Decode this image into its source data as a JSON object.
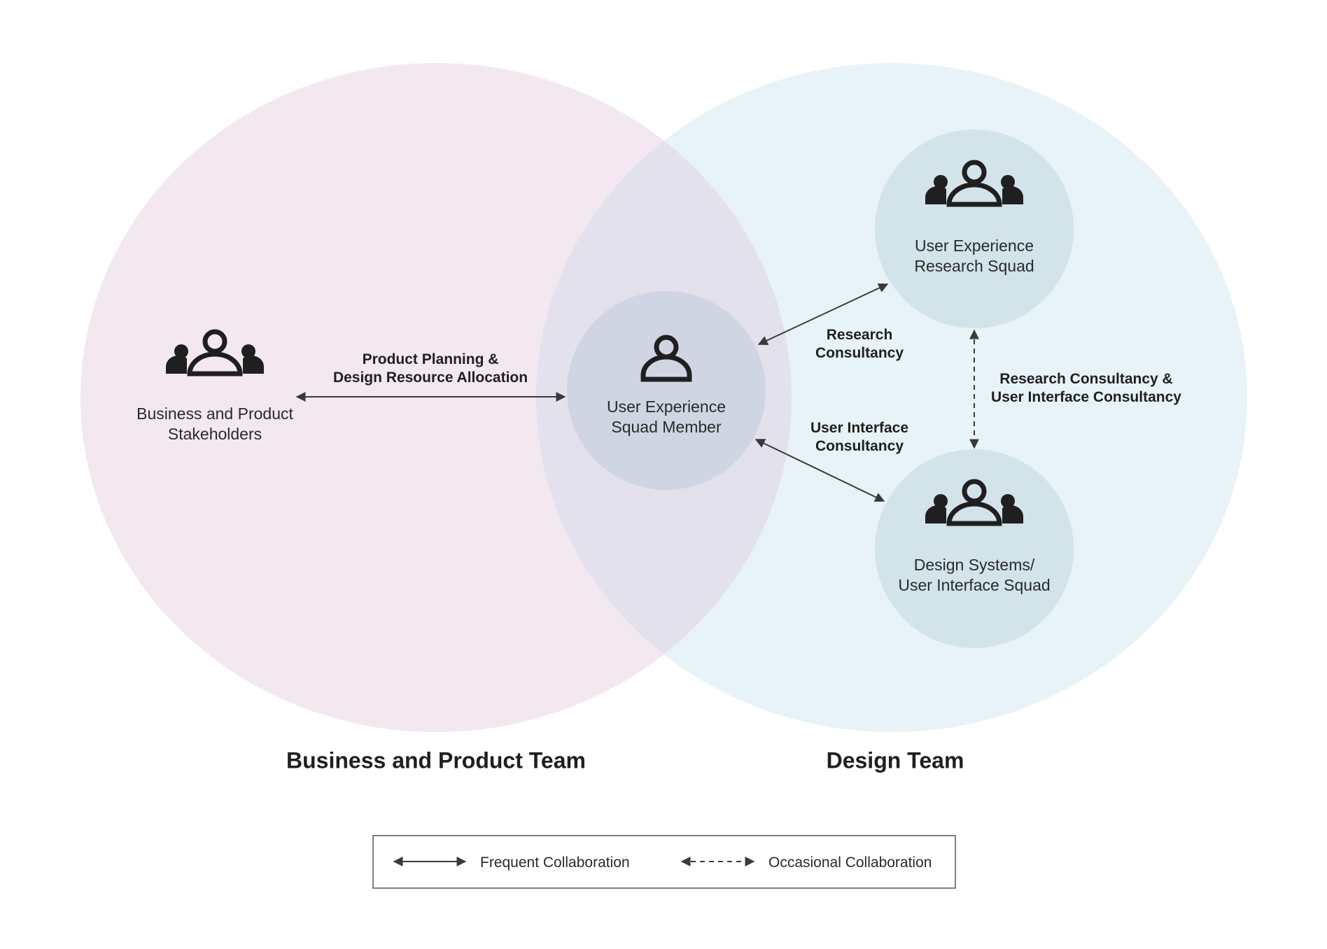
{
  "teams": {
    "business": {
      "label": "Business and Product Team"
    },
    "design": {
      "label": "Design Team"
    }
  },
  "nodes": {
    "stakeholders": {
      "label": "Business and Product\nStakeholders",
      "icon": "group-icon"
    },
    "ux_member": {
      "label": "User Experience\nSquad Member",
      "icon": "person-icon"
    },
    "research_squad": {
      "label": "User Experience\nResearch Squad",
      "icon": "group-icon"
    },
    "ui_squad": {
      "label": "Design Systems/\nUser Interface Squad",
      "icon": "group-icon"
    }
  },
  "edges": {
    "planning": {
      "label": "Product Planning &\nDesign Resource Allocation",
      "style": "solid"
    },
    "research": {
      "label": "Research\nConsultancy",
      "style": "solid"
    },
    "ui": {
      "label": "User Interface\nConsultancy",
      "style": "solid"
    },
    "cross": {
      "label": "Research Consultancy &\nUser Interface Consultancy",
      "style": "dashed"
    }
  },
  "legend": {
    "frequent": "Frequent Collaboration",
    "occasional": "Occasional Collaboration"
  },
  "colors": {
    "business_circle": "#f3e8f0",
    "design_circle": "#e7f3f7",
    "overlap": "#e3e1ec",
    "member_circle": "#cfd5e3",
    "squad_circle": "#d2e3ea",
    "ink": "#2a2a2a"
  }
}
